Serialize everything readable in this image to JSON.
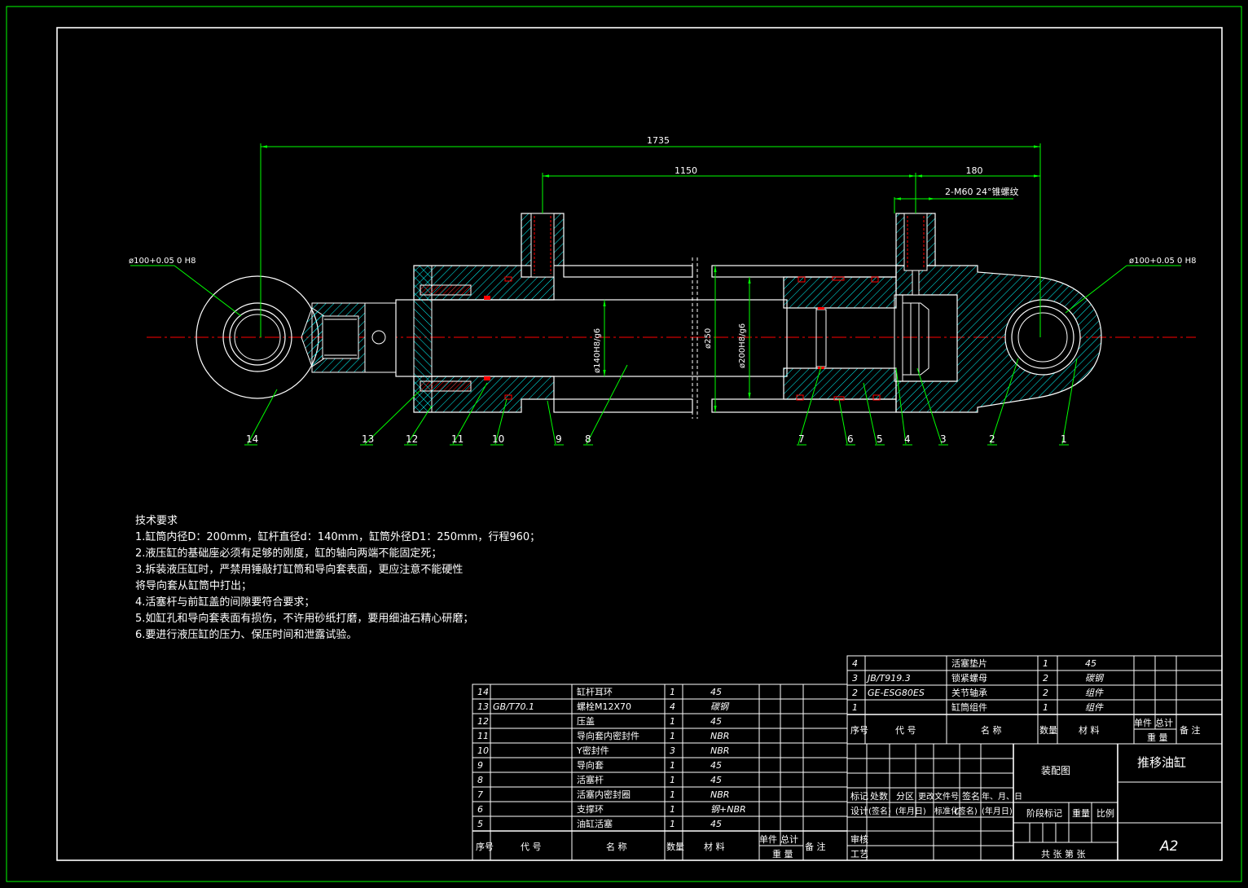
{
  "drawing": {
    "title": "推移油缸",
    "subtitle": "装配图",
    "sheet_size": "A2"
  },
  "dimensions": {
    "overall_length": "1735",
    "port_spacing": "1150",
    "port_to_eye": "180",
    "port_thread": "2-M60 24°锥螺纹",
    "eye_bore_left": "ø100+0.05 0 H8",
    "eye_bore_right": "ø100+0.05 0 H8",
    "rod_dia": "ø140H8/g6",
    "barrel_od": "ø250",
    "bore_dia": "ø200H8/g6"
  },
  "balloons": [
    "14",
    "13",
    "12",
    "11",
    "10",
    "9",
    "8",
    "7",
    "6",
    "5",
    "4",
    "3",
    "2",
    "1"
  ],
  "tech_requirements": {
    "heading": "技术要求",
    "items": [
      "1.缸筒内径D：200mm，缸杆直径d：140mm，缸筒外径D1：250mm，行程960；",
      "2.液压缸的基础座必须有足够的刚度，缸的轴向两端不能固定死；",
      "3.拆装液压缸时，严禁用锤敲打缸筒和导向套表面，更应注意不能硬性",
      "将导向套从缸筒中打出；",
      "4.活塞杆与前缸盖的间隙要符合要求；",
      "5.如缸孔和导向套表面有损伤，不许用砂纸打磨，要用细油石精心研磨；",
      "6.要进行液压缸的压力、保压时间和泄露试验。"
    ]
  },
  "bom_left": {
    "rows": [
      {
        "no": "14",
        "code": "",
        "name": "缸杆耳环",
        "qty": "1",
        "material": "45"
      },
      {
        "no": "13",
        "code": "GB/T70.1",
        "name": "螺栓M12X70",
        "qty": "4",
        "material": "碳钢"
      },
      {
        "no": "12",
        "code": "",
        "name": "压盖",
        "qty": "1",
        "material": "45"
      },
      {
        "no": "11",
        "code": "",
        "name": "导向套内密封件",
        "qty": "1",
        "material": "NBR"
      },
      {
        "no": "10",
        "code": "",
        "name": "Y密封件",
        "qty": "3",
        "material": "NBR"
      },
      {
        "no": "9",
        "code": "",
        "name": "导向套",
        "qty": "1",
        "material": "45"
      },
      {
        "no": "8",
        "code": "",
        "name": "活塞杆",
        "qty": "1",
        "material": "45"
      },
      {
        "no": "7",
        "code": "",
        "name": "活塞内密封圈",
        "qty": "1",
        "material": "NBR"
      },
      {
        "no": "6",
        "code": "",
        "name": "支撑环",
        "qty": "1",
        "material": "钢+NBR"
      },
      {
        "no": "5",
        "code": "",
        "name": "油缸活塞",
        "qty": "1",
        "material": "45"
      }
    ],
    "header": {
      "no": "序号",
      "code": "代 号",
      "name": "名 称",
      "qty": "数量",
      "material": "材 料",
      "unit_w": "单件",
      "total_w": "总计",
      "weight": "重 量",
      "remark": "备 注"
    }
  },
  "bom_right": {
    "rows": [
      {
        "no": "4",
        "code": "",
        "name": "活塞垫片",
        "qty": "1",
        "material": "45"
      },
      {
        "no": "3",
        "code": "JB/T919.3",
        "name": "锁紧螺母",
        "qty": "2",
        "material": "碳钢"
      },
      {
        "no": "2",
        "code": "GE-ESG80ES",
        "name": "关节轴承",
        "qty": "2",
        "material": "组件"
      },
      {
        "no": "1",
        "code": "",
        "name": "缸筒组件",
        "qty": "1",
        "material": "组件"
      }
    ],
    "header": {
      "no": "序号",
      "code": "代 号",
      "name": "名 称",
      "qty": "数量",
      "material": "材 料",
      "unit_w": "单件",
      "total_w": "总计",
      "weight": "重 量",
      "remark": "备 注"
    }
  },
  "title_block": {
    "mark": "标记",
    "count": "处数",
    "zone": "分区",
    "change_doc": "更改文件号",
    "sign": "签名",
    "date": "年、月、日",
    "design": "设计",
    "sign_paren": "(签名)",
    "date_paren": "(年月日)",
    "standard": "标准化",
    "sign_paren2": "(签名)",
    "date_paren2": "(年月日)",
    "stage": "阶段标记",
    "weight": "重量",
    "scale": "比例",
    "review": "审核",
    "craft": "工艺",
    "sheets": "共  张  第  张"
  },
  "colors": {
    "background": "#000000",
    "line": "#ffffff",
    "section": "#00ffff",
    "dimension": "#00ff00",
    "centerline": "#ff0000",
    "text": "#ffffff",
    "seal": "#ff0000"
  }
}
